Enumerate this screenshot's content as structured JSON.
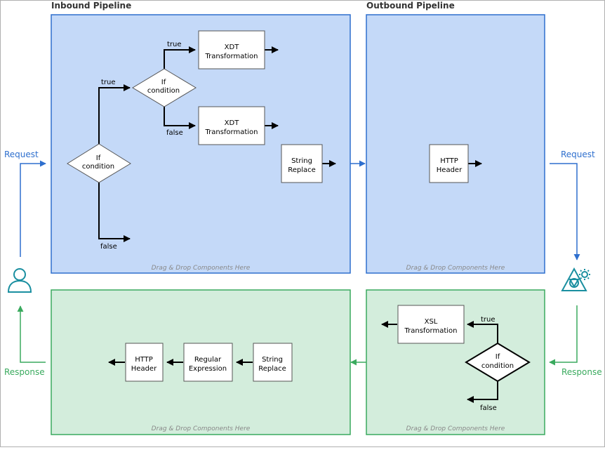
{
  "panels": {
    "inbound": {
      "title": "Inbound Pipeline",
      "hint": "Drag & Drop Components Here"
    },
    "outbound": {
      "title": "Outbound Pipeline",
      "hint": "Drag & Drop Components Here"
    },
    "inbound_response": {
      "hint": "Drag & Drop Components Here"
    },
    "outbound_response": {
      "hint": "Drag & Drop Components Here"
    }
  },
  "flow": {
    "request_left": "Request",
    "request_right": "Request",
    "response_left": "Response",
    "response_right": "Response"
  },
  "icons": {
    "client": "user-icon",
    "backend": "service-gear-icon"
  },
  "colors": {
    "request": "#2e6fce",
    "response": "#3aaa5e",
    "blue_panel_fill": "#c4d9f8",
    "blue_panel_border": "#2e6fce",
    "green_panel_fill": "#d3eddc",
    "green_panel_border": "#3aaa5e"
  },
  "inbound": {
    "cond1": {
      "line1": "If",
      "line2": "condition"
    },
    "cond2": {
      "line1": "If",
      "line2": "condition"
    },
    "xdt_true": {
      "line1": "XDT",
      "line2": "Transformation"
    },
    "xdt_false": {
      "line1": "XDT",
      "line2": "Transformation"
    },
    "string_replace": {
      "line1": "String",
      "line2": "Replace"
    },
    "branch_labels": {
      "cond1_true": "true",
      "cond1_false": "false",
      "cond2_true": "true",
      "cond2_false": "false"
    }
  },
  "outbound": {
    "http_header": {
      "line1": "HTTP",
      "line2": "Header"
    }
  },
  "outbound_response": {
    "xsl": {
      "line1": "XSL",
      "line2": "Transformation"
    },
    "cond": {
      "line1": "If",
      "line2": "condition"
    },
    "branch_labels": {
      "true": "true",
      "false": "false"
    }
  },
  "inbound_response": {
    "string_replace": {
      "line1": "String",
      "line2": "Replace"
    },
    "regex": {
      "line1": "Regular",
      "line2": "Expression"
    },
    "http_header": {
      "line1": "HTTP",
      "line2": "Header"
    }
  }
}
